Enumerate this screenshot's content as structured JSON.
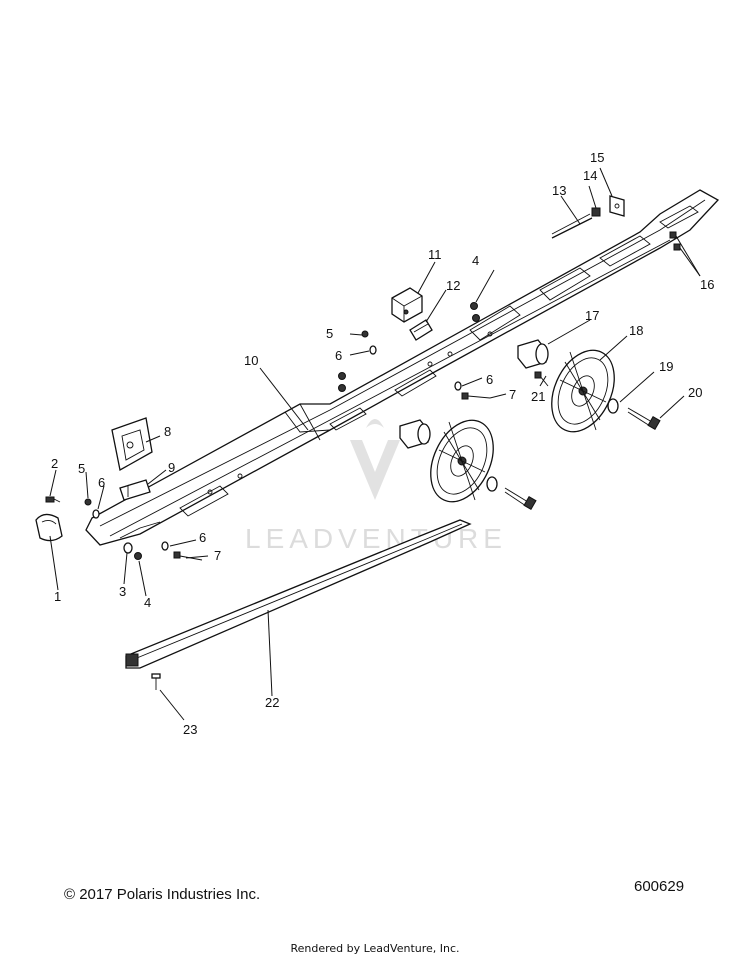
{
  "watermark": "LEADVENTURE",
  "copyright": "© 2017 Polaris Industries Inc.",
  "figure_number": "600629",
  "footer": "Rendered by LeadVenture, Inc.",
  "callouts": [
    {
      "id": "c1",
      "label": "1"
    },
    {
      "id": "c2",
      "label": "2"
    },
    {
      "id": "c3",
      "label": "3"
    },
    {
      "id": "c4a",
      "label": "4"
    },
    {
      "id": "c4b",
      "label": "4"
    },
    {
      "id": "c5a",
      "label": "5"
    },
    {
      "id": "c5b",
      "label": "5"
    },
    {
      "id": "c6a",
      "label": "6"
    },
    {
      "id": "c6b",
      "label": "6"
    },
    {
      "id": "c6c",
      "label": "6"
    },
    {
      "id": "c6d",
      "label": "6"
    },
    {
      "id": "c7a",
      "label": "7"
    },
    {
      "id": "c7b",
      "label": "7"
    },
    {
      "id": "c8",
      "label": "8"
    },
    {
      "id": "c9",
      "label": "9"
    },
    {
      "id": "c10",
      "label": "10"
    },
    {
      "id": "c11",
      "label": "11"
    },
    {
      "id": "c12",
      "label": "12"
    },
    {
      "id": "c13",
      "label": "13"
    },
    {
      "id": "c14",
      "label": "14"
    },
    {
      "id": "c15",
      "label": "15"
    },
    {
      "id": "c16",
      "label": "16"
    },
    {
      "id": "c17",
      "label": "17"
    },
    {
      "id": "c18",
      "label": "18"
    },
    {
      "id": "c19",
      "label": "19"
    },
    {
      "id": "c20",
      "label": "20"
    },
    {
      "id": "c21",
      "label": "21"
    },
    {
      "id": "c22",
      "label": "22"
    },
    {
      "id": "c23",
      "label": "23"
    }
  ]
}
